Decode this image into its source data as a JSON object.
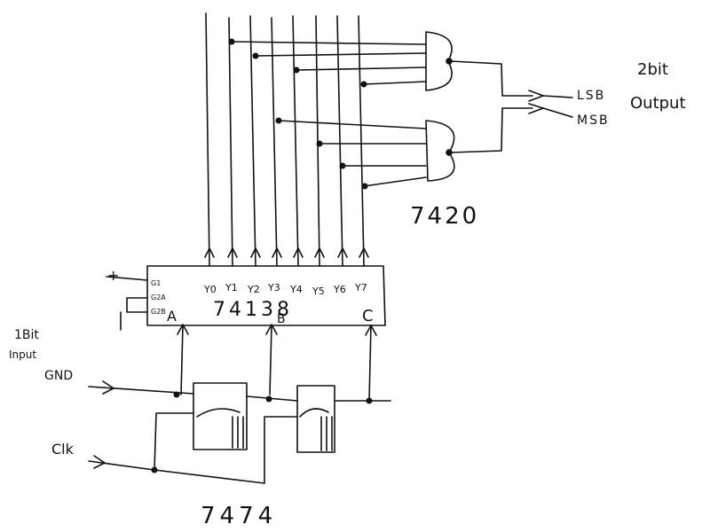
{
  "decoder": {
    "part": "74138",
    "outputs": [
      "Y0",
      "Y1",
      "Y2",
      "Y3",
      "Y4",
      "Y5",
      "Y6",
      "Y7"
    ],
    "enable_pins": [
      "G1",
      "G2A",
      "G2B"
    ],
    "select_pins": [
      "A",
      "B",
      "C"
    ],
    "supply_mark": "+"
  },
  "gate_chip": {
    "part": "7420"
  },
  "flipflop_chip": {
    "part": "7474"
  },
  "input_label": [
    "1Bit",
    "Input"
  ],
  "gnd_label": "GND",
  "clk_label": "Clk",
  "outputs": {
    "lsb": "LSB",
    "msb": "MSB"
  },
  "output_title": [
    "2bit",
    "Output"
  ]
}
